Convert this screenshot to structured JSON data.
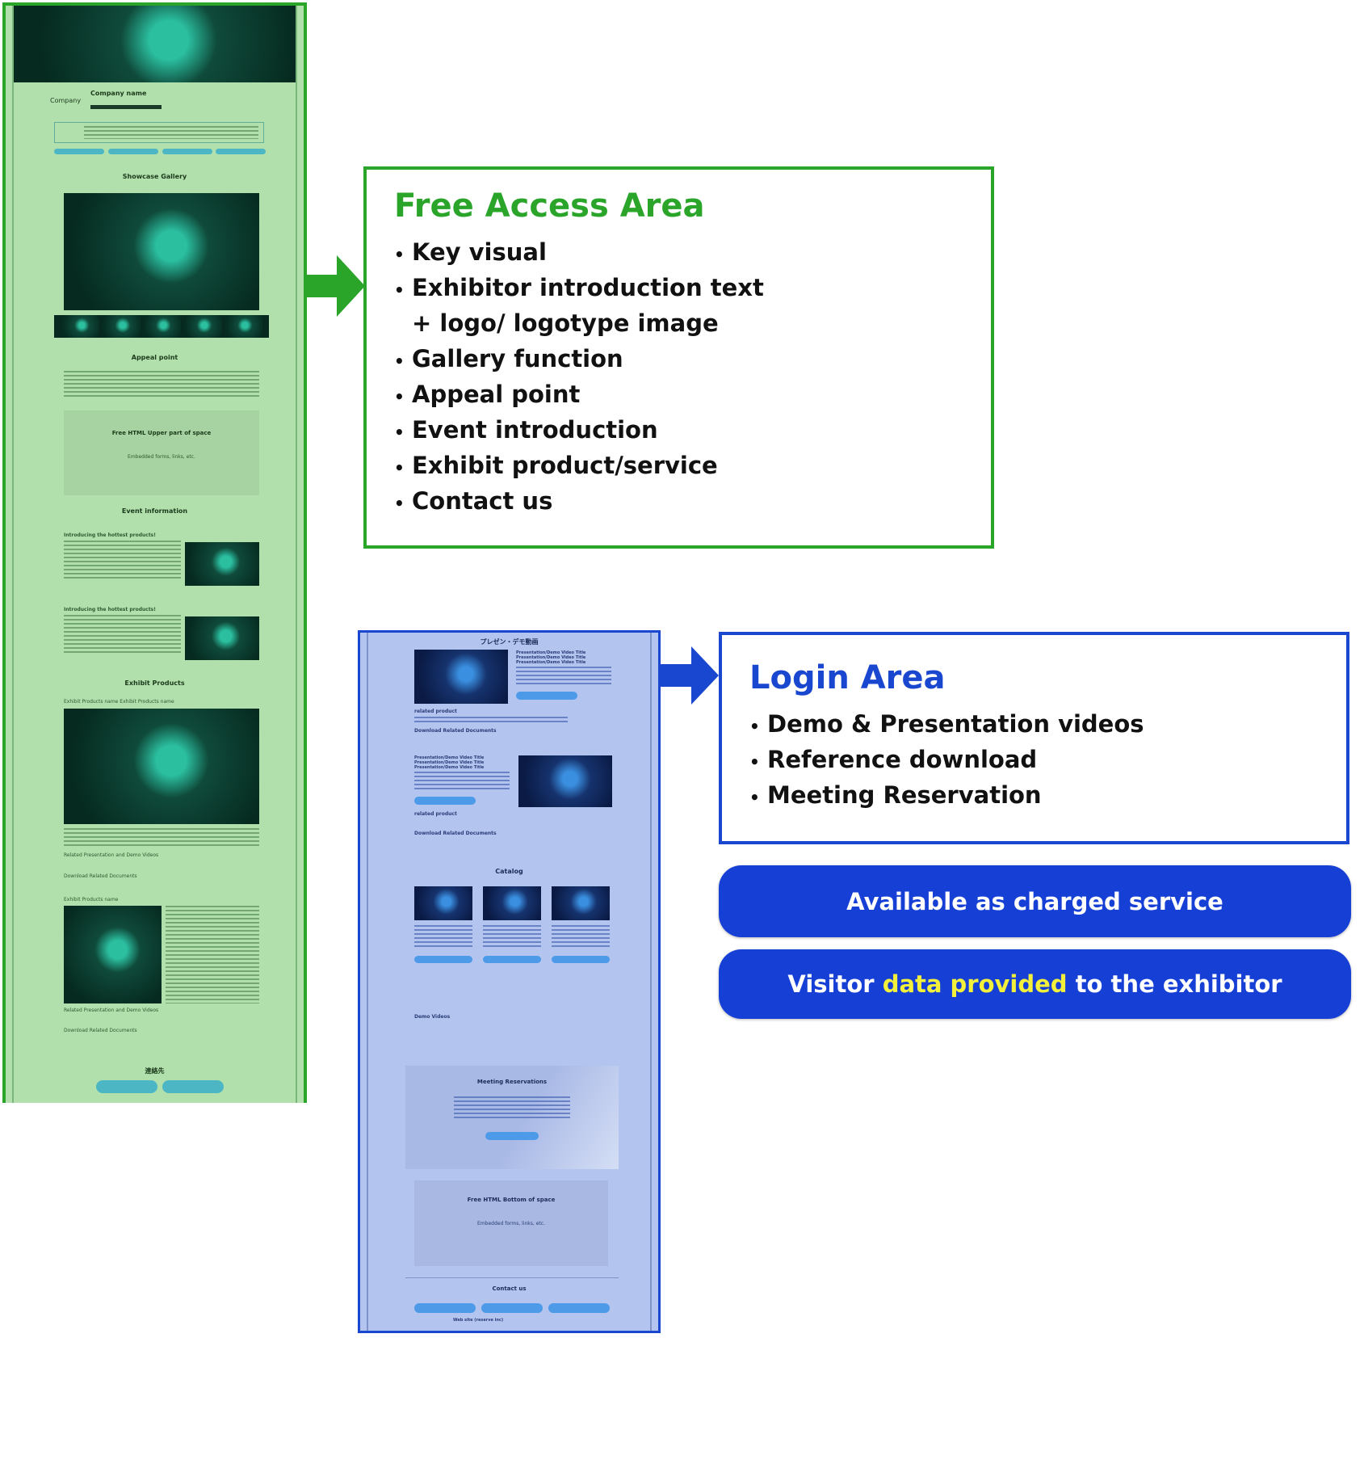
{
  "free_mockup": {
    "company_logo": "Company",
    "company_name": "Company name",
    "gallery_heading": "Showcase Gallery",
    "appeal_heading": "Appeal point",
    "free_html_upper": "Free HTML Upper part of space",
    "free_html_upper_sub": "Embedded forms, links, etc.",
    "event_heading": "Event information",
    "event_title_1": "Introducing the hottest products!",
    "event_title_2": "Introducing the hottest products!",
    "exhibit_heading": "Exhibit Products",
    "exhibit_name_1": "Exhibit Products name Exhibit Products name",
    "exhibit_name_2": "Exhibit Products name",
    "related_videos": "Related Presentation and Demo Videos",
    "download_docs": "Download Related Documents",
    "contact_heading": "連絡先"
  },
  "login_mockup": {
    "video_heading": "プレゼン・デモ動画",
    "video_title": "Presentation/Demo Video Title Presentation/Demo Video Title Presentation/Demo Video Title",
    "related_product": "related product",
    "download_docs": "Download Related Documents",
    "catalog_heading": "Catalog",
    "demo_videos": "Demo Videos",
    "meeting_heading": "Meeting Reservations",
    "free_html_bottom": "Free HTML Bottom of space",
    "free_html_bottom_sub": "Embedded forms, links, etc.",
    "contact_heading": "Contact us",
    "website_label": "Web site (reserve inc)"
  },
  "free_access": {
    "title": "Free Access Area",
    "title_color": "#2aa52a",
    "items": [
      "Key visual",
      "Exhibitor introduction text",
      "+ logo/ logotype image",
      "Gallery function",
      "Appeal point",
      "Event introduction",
      "Exhibit product/service",
      "Contact us"
    ]
  },
  "login_area": {
    "title": "Login Area",
    "title_color": "#1a47d0",
    "items": [
      "Demo & Presentation videos",
      "Reference download",
      "Meeting Reservation"
    ]
  },
  "badges": {
    "charged": "Available as charged service",
    "visitor_pre": "Visitor",
    "visitor_highlight": "data provided",
    "visitor_post": "to the exhibitor",
    "highlight_color": "#f2f03a",
    "badge_color": "#163fd6"
  }
}
